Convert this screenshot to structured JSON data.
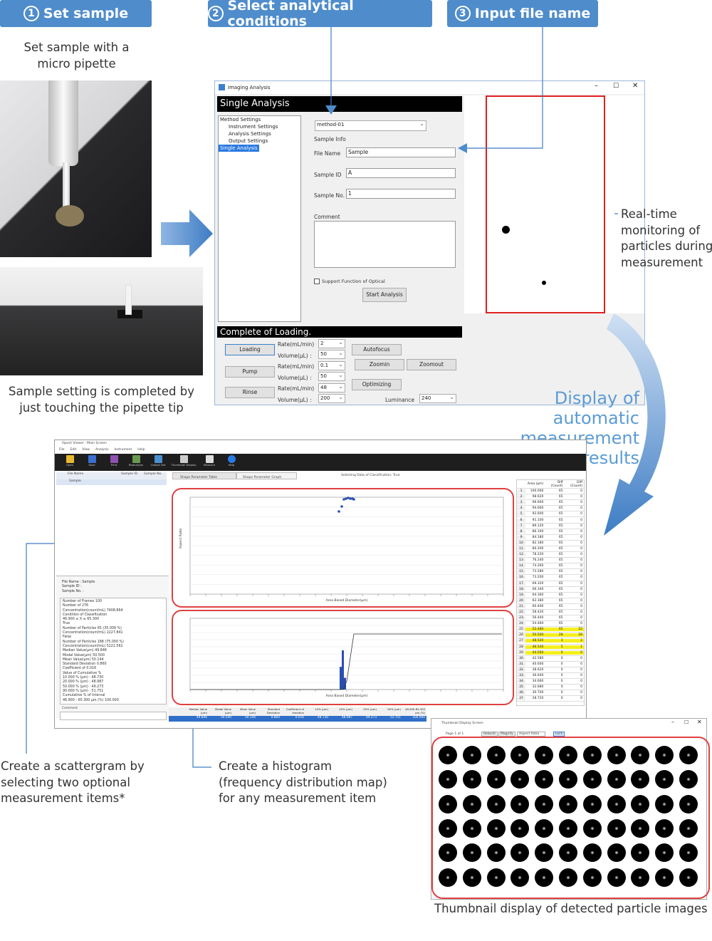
{
  "steps": [
    {
      "num": "1",
      "label": "Set sample"
    },
    {
      "num": "2",
      "label": "Select analytical conditions"
    },
    {
      "num": "3",
      "label": "Input file name"
    }
  ],
  "captions": {
    "set_sample": "Set sample with a micro pipette",
    "sample_complete": "Sample setting is completed by just touching the pipette tip",
    "realtime": "Real-time monitoring of particles during measurement",
    "display_auto": "Display of automatic measurement results",
    "scattergram": "Create a scattergram by selecting two optional measurement items*",
    "histogram": "Create a histogram (frequency distribution map) for any measurement item",
    "thumbnail": "Thumbnail display of detected particle images"
  },
  "imaging_window": {
    "title": "Imaging Analysis",
    "header": "Single Analysis",
    "tree": [
      "Method Settings",
      "Instrument Settings",
      "Analysis Settings",
      "Output Settings",
      "Single Analysis"
    ],
    "method": "method-01",
    "sample_info_label": "Sample Info",
    "file_name_label": "File Name",
    "file_name": "Sample",
    "sample_id_label": "Sample ID",
    "sample_id": "A",
    "sample_no_label": "Sample No.",
    "sample_no": "1",
    "comment_label": "Comment",
    "support_label": "Support Function of Optical",
    "start_button": "Start Analysis",
    "status": "Complete of Loading.",
    "loading_button": "Loading",
    "pump_button": "Pump",
    "rinse_button": "Rinse",
    "rate_label": "Rate(mL/min)",
    "volume_label": "Volume(µL) :",
    "rates": [
      "2",
      "0.1",
      "48"
    ],
    "volumes": [
      "50",
      "50",
      "200"
    ],
    "autofocus_button": "Autofocus",
    "zoomin_button": "Zoomin",
    "zoomout_button": "Zoomout",
    "optimizing_button": "Optimizing",
    "luminance_label": "Luminance",
    "luminance": "240"
  },
  "main_window": {
    "title": "iSpect Viewer - Main Screen",
    "menu": [
      "File",
      "Edit",
      "View",
      "Analysis",
      "Instrument",
      "Help"
    ],
    "toolbar": [
      "Open",
      "Save",
      "Print",
      "Reanalysis",
      "Output Set",
      "Thumbnail Display",
      "Measure",
      "Help"
    ],
    "list_headers": [
      "File Name",
      "Sample ID",
      "Sample No."
    ],
    "list_row": "Sample",
    "tabs": [
      "Shape Parameter Table",
      "Shape Parameter Graph"
    ],
    "selecting": "Selecting Data of Classification: True",
    "info": [
      "File Name :   Sample",
      "Sample ID :",
      "Sample No. :"
    ],
    "stats": [
      "Number of Frames      100",
      "Number of      276",
      "Concentration(count/mL)  7408.864",
      "Condition of Classification",
      "   46.900 ≤ X ≤ 65.300",
      "True",
      "  Number of Particles     65 (35.009 %)",
      "  Concentration(count/mL)  2227.841",
      "False",
      "  Number of Particles    188 (75.000 %)",
      "  Concentration(count/mL)  5221.562",
      "Median Value(µm)     49.846",
      "Modal Value(µm)      50.500",
      "Mean Value(µm)       50.144",
      "Standard Deviation    0.860",
      "Coefficient of        0.016",
      "Value of Cumulative %",
      "10.000 % (µm) :      48.730",
      "20.000 % (µm) :      48.987",
      "50.000 % (µm) :      49.273",
      "90.000 % (µm) :      51.751",
      "Cumulative % of Interval",
      "  46.900 - 65.300 µm (%)       100.000"
    ],
    "comment_label": "Comment",
    "scatter_xlabel": "Area Based Diameter(µm)",
    "scatter_ylabel": "Aspect Ratio",
    "hist_xlabel": "Area Based Diameter(µm)",
    "table_headers": [
      "",
      "Area (µm)",
      "Diff (Count)",
      "Diff (Count)"
    ],
    "table_rows": [
      [
        "1",
        "100.000",
        "65",
        "0"
      ],
      [
        "2",
        "98.620",
        "65",
        "0"
      ],
      [
        "3",
        "96.600",
        "65",
        "0"
      ],
      [
        "4",
        "94.660",
        "65",
        "0"
      ],
      [
        "5",
        "92.600",
        "65",
        "0"
      ],
      [
        "6",
        "91.100",
        "65",
        "0"
      ],
      [
        "7",
        "89.120",
        "65",
        "0"
      ],
      [
        "8",
        "86.100",
        "65",
        "0"
      ],
      [
        "9",
        "84.180",
        "65",
        "0"
      ],
      [
        "10",
        "82.180",
        "65",
        "0"
      ],
      [
        "11",
        "80.200",
        "65",
        "0"
      ],
      [
        "12",
        "78.220",
        "65",
        "0"
      ],
      [
        "13",
        "76.240",
        "65",
        "0"
      ],
      [
        "14",
        "74.260",
        "65",
        "0"
      ],
      [
        "15",
        "73.280",
        "65",
        "0"
      ],
      [
        "16",
        "73.200",
        "65",
        "0"
      ],
      [
        "17",
        "69.320",
        "65",
        "0"
      ],
      [
        "18",
        "66.340",
        "65",
        "0"
      ],
      [
        "19",
        "64.360",
        "65",
        "0"
      ],
      [
        "20",
        "62.380",
        "65",
        "0"
      ],
      [
        "21",
        "60.400",
        "65",
        "0"
      ],
      [
        "22",
        "58.420",
        "65",
        "0"
      ],
      [
        "23",
        "56.440",
        "65",
        "0"
      ],
      [
        "24",
        "54.460",
        "65",
        "0"
      ],
      [
        "25",
        "52.480",
        "65",
        "22"
      ],
      [
        "26",
        "50.500",
        "28",
        "28"
      ],
      [
        "27",
        "48.520",
        "3",
        "2"
      ],
      [
        "28",
        "46.540",
        "5",
        "1"
      ],
      [
        "29",
        "44.560",
        "0",
        "0"
      ],
      [
        "30",
        "42.580",
        "0",
        "0"
      ],
      [
        "31",
        "40.600",
        "0",
        "0"
      ],
      [
        "32",
        "38.620",
        "0",
        "0"
      ],
      [
        "33",
        "36.640",
        "0",
        "0"
      ],
      [
        "34",
        "34.660",
        "0",
        "0"
      ],
      [
        "35",
        "32.680",
        "0",
        "0"
      ],
      [
        "36",
        "30.700",
        "0",
        "0"
      ],
      [
        "37",
        "28.720",
        "0",
        "0"
      ]
    ],
    "highlight_rows": [
      25,
      26,
      27,
      28,
      29
    ],
    "summary_headers": [
      "Median Value (µm)",
      "Modal Value (µm)",
      "Mean Value (µm)",
      "Standard Deviation",
      "Coefficient of Variation",
      "10% (µm)",
      "20% (µm)",
      "50% (µm)",
      "90% (µm)",
      "46.900-65.300 µm (%)"
    ],
    "summary_values": [
      "49.846",
      "50.500",
      "50.144",
      "0.860",
      "0.016",
      "48.730",
      "48.987",
      "49.273",
      "51.751",
      "100.000"
    ]
  },
  "thumb_window": {
    "title": "Thumbnail Display Screen",
    "page": "Page 1 of 1",
    "buttons": [
      "Rebuild",
      "Magnify",
      "Aspect Ratio",
      "Lock"
    ],
    "rows": 6,
    "cols": 11
  },
  "colors": {
    "accent": "#4f8ccb",
    "highlight": "#e04040",
    "text_blue": "#5b9bd5"
  }
}
